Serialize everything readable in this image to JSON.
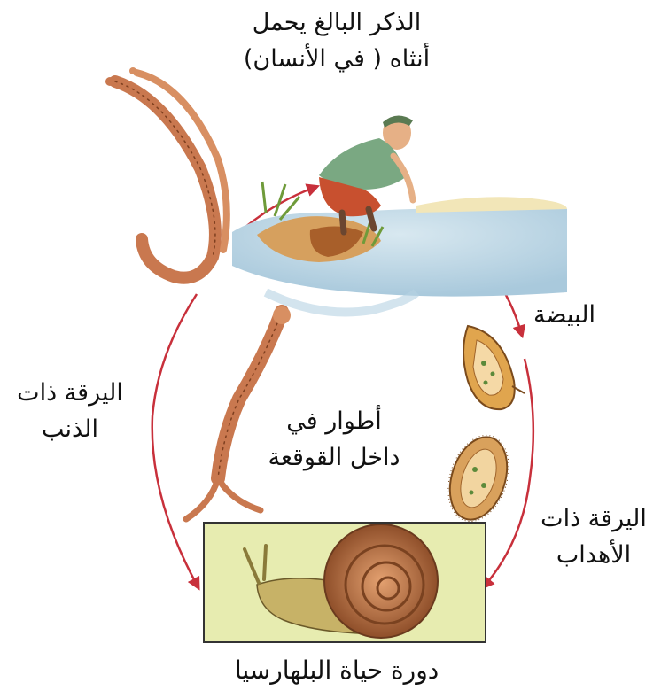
{
  "labels": {
    "adult": [
      "الذكر البالغ يحمل",
      "أنثاه ( في الأنسان)"
    ],
    "egg": "البيضة",
    "miracidium": [
      "اليرقة ذات",
      "الأهداب"
    ],
    "cercaria": [
      "اليرقة ذات",
      "الذنب"
    ],
    "snail_stages": [
      "أطوار في",
      "داخل القوقعة"
    ],
    "title": "دورة حياة البلهارسيا"
  },
  "colors": {
    "arrow": "#c8303b",
    "water": "#bfd8e6",
    "snail_panel": "#e7ecb0",
    "worm": "#c9784f",
    "snail_shell": "#b36a3c"
  },
  "icons": {
    "adult_worm": "adult-worm-pair-icon",
    "human": "crouching-man-icon",
    "egg": "schistosome-egg-icon",
    "miracidium": "miracidium-icon",
    "snail": "snail-icon",
    "cercaria": "cercaria-icon"
  }
}
